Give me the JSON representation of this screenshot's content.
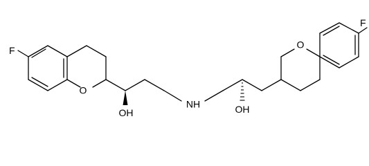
{
  "molecule": {
    "atom_labels": {
      "f_left": "F",
      "o_ring_left": "O",
      "oh_left": "OH",
      "nh": "NH",
      "oh_right": "OH",
      "o_ring_right": "O",
      "f_right": "F"
    },
    "colors": {
      "ink": "#000000",
      "background": "#ffffff"
    }
  }
}
